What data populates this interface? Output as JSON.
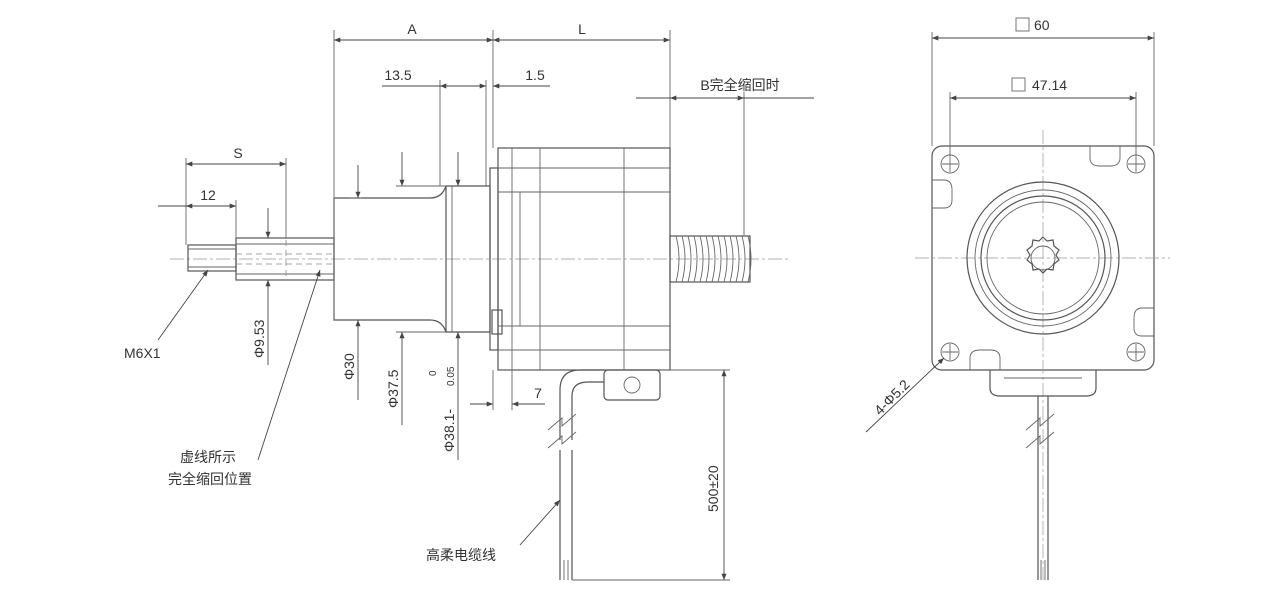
{
  "dimensions": {
    "a": "A",
    "l": "L",
    "d13_5": "13.5",
    "d1_5": "1.5",
    "b_retracted": "B完全缩回时",
    "s": "S",
    "d12": "12",
    "m6x1": "M6X1",
    "phi9_53": "Φ9.53",
    "phi30": "Φ30",
    "phi37_5": "Φ37.5",
    "phi38_1": "Φ38.1-",
    "tol_upper": "0",
    "tol_lower": "0.05",
    "d7": "7",
    "cable_len": "500±20",
    "sq60": "60",
    "sq47_14": "47.14",
    "holes": "4-Φ5.2"
  },
  "notes": {
    "dashed_retracted_line1": "虚线所示",
    "dashed_retracted_line2": "完全缩回位置",
    "cable": "高柔电缆线"
  }
}
